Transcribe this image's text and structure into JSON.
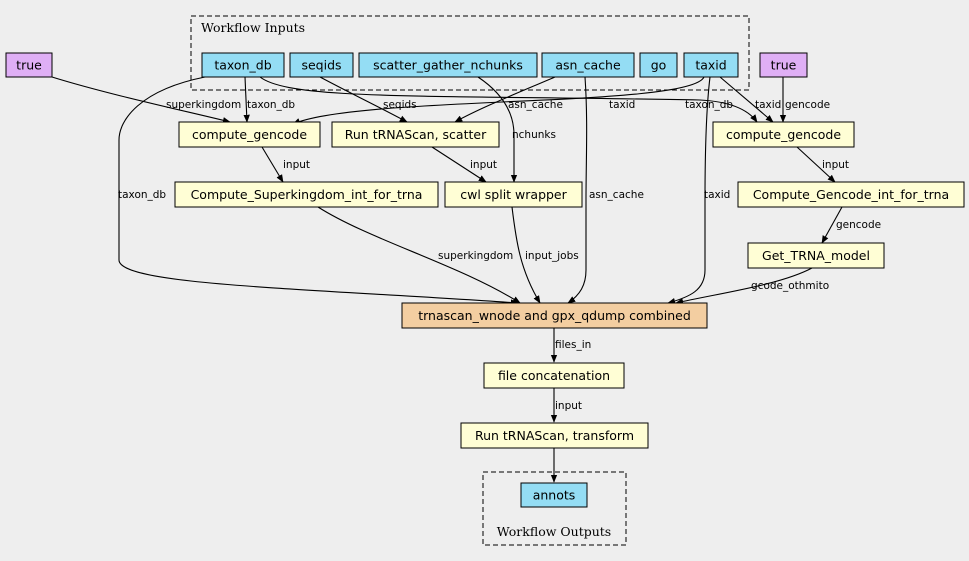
{
  "clusters": {
    "inputs_label": "Workflow Inputs",
    "outputs_label": "Workflow Outputs"
  },
  "colors": {
    "input_node": "#94ddf4",
    "bool_node": "#dfaff5",
    "step_node": "#fffed5",
    "main_step_node": "#f3cea1",
    "background": "#eeeeee"
  },
  "nodes": {
    "true_left": "true",
    "true_right": "true",
    "taxon_db": "taxon_db",
    "seqids": "seqids",
    "scatter_gather_nchunks": "scatter_gather_nchunks",
    "asn_cache": "asn_cache",
    "go": "go",
    "taxid": "taxid",
    "compute_gencode_left": "compute_gencode",
    "run_trnascan_scatter": "Run tRNAScan, scatter",
    "compute_gencode_right": "compute_gencode",
    "compute_superkingdom": "Compute_Superkingdom_int_for_trna",
    "cwl_split_wrapper": "cwl split wrapper",
    "compute_gencode_int": "Compute_Gencode_int_for_trna",
    "get_trna_model": "Get_TRNA_model",
    "trnascan_combined": "trnascan_wnode and gpx_qdump combined",
    "file_concatenation": "file concatenation",
    "run_trnascan_transform": "Run tRNAScan, transform",
    "annots": "annots"
  },
  "edge_labels": {
    "superkingdom_top": "superkingdom",
    "taxon_db_left": "taxon_db",
    "seqids": "seqids",
    "asn_cache_top": "asn_cache",
    "taxid_left": "taxid",
    "nchunks": "nchunks",
    "taxon_db_right": "taxon_db",
    "taxid_right": "taxid",
    "gencode_right": "gencode",
    "input_superkingdom": "input",
    "input_split": "input",
    "input_gencode_int": "input",
    "taxon_db_long": "taxon_db",
    "asn_cache_long": "asn_cache",
    "taxid_long": "taxid",
    "gencode_model": "gencode",
    "superkingdom_combined": "superkingdom",
    "input_jobs": "input_jobs",
    "gcode_othmito": "gcode_othmito",
    "files_in": "files_in",
    "input_transform": "input"
  }
}
